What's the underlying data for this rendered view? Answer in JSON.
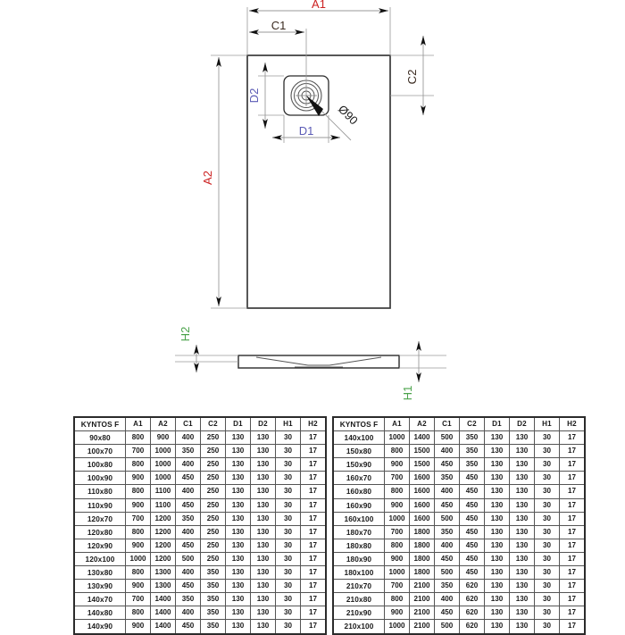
{
  "drawing": {
    "title": "Kyntos F shower tray technical drawing",
    "labels": {
      "a1": "A1",
      "a2": "A2",
      "c1": "C1",
      "c2": "C2",
      "d1": "D1",
      "d2": "D2",
      "h1": "H1",
      "h2": "H2",
      "diameter": "Ø90"
    },
    "colors": {
      "a": "#cc2222",
      "c": "#3a2a20",
      "d": "#5b5bb5",
      "h": "#4ba34b",
      "outline": "#3a3a3a",
      "dimension_line": "#9a9a9a",
      "arrow": "#111111"
    }
  },
  "tables": {
    "columns": [
      "KYNTOS F",
      "A1",
      "A2",
      "C1",
      "C2",
      "D1",
      "D2",
      "H1",
      "H2"
    ],
    "left": {
      "rows": [
        [
          "90x80",
          "800",
          "900",
          "400",
          "250",
          "130",
          "130",
          "30",
          "17"
        ],
        [
          "100x70",
          "700",
          "1000",
          "350",
          "250",
          "130",
          "130",
          "30",
          "17"
        ],
        [
          "100x80",
          "800",
          "1000",
          "400",
          "250",
          "130",
          "130",
          "30",
          "17"
        ],
        [
          "100x90",
          "900",
          "1000",
          "450",
          "250",
          "130",
          "130",
          "30",
          "17"
        ],
        [
          "110x80",
          "800",
          "1100",
          "400",
          "250",
          "130",
          "130",
          "30",
          "17"
        ],
        [
          "110x90",
          "900",
          "1100",
          "450",
          "250",
          "130",
          "130",
          "30",
          "17"
        ],
        [
          "120x70",
          "700",
          "1200",
          "350",
          "250",
          "130",
          "130",
          "30",
          "17"
        ],
        [
          "120x80",
          "800",
          "1200",
          "400",
          "250",
          "130",
          "130",
          "30",
          "17"
        ],
        [
          "120x90",
          "900",
          "1200",
          "450",
          "250",
          "130",
          "130",
          "30",
          "17"
        ],
        [
          "120x100",
          "1000",
          "1200",
          "500",
          "250",
          "130",
          "130",
          "30",
          "17"
        ],
        [
          "130x80",
          "800",
          "1300",
          "400",
          "350",
          "130",
          "130",
          "30",
          "17"
        ],
        [
          "130x90",
          "900",
          "1300",
          "450",
          "350",
          "130",
          "130",
          "30",
          "17"
        ],
        [
          "140x70",
          "700",
          "1400",
          "350",
          "350",
          "130",
          "130",
          "30",
          "17"
        ],
        [
          "140x80",
          "800",
          "1400",
          "400",
          "350",
          "130",
          "130",
          "30",
          "17"
        ],
        [
          "140x90",
          "900",
          "1400",
          "450",
          "350",
          "130",
          "130",
          "30",
          "17"
        ]
      ]
    },
    "right": {
      "rows": [
        [
          "140x100",
          "1000",
          "1400",
          "500",
          "350",
          "130",
          "130",
          "30",
          "17"
        ],
        [
          "150x80",
          "800",
          "1500",
          "400",
          "350",
          "130",
          "130",
          "30",
          "17"
        ],
        [
          "150x90",
          "900",
          "1500",
          "450",
          "350",
          "130",
          "130",
          "30",
          "17"
        ],
        [
          "160x70",
          "700",
          "1600",
          "350",
          "450",
          "130",
          "130",
          "30",
          "17"
        ],
        [
          "160x80",
          "800",
          "1600",
          "400",
          "450",
          "130",
          "130",
          "30",
          "17"
        ],
        [
          "160x90",
          "900",
          "1600",
          "450",
          "450",
          "130",
          "130",
          "30",
          "17"
        ],
        [
          "160x100",
          "1000",
          "1600",
          "500",
          "450",
          "130",
          "130",
          "30",
          "17"
        ],
        [
          "180x70",
          "700",
          "1800",
          "350",
          "450",
          "130",
          "130",
          "30",
          "17"
        ],
        [
          "180x80",
          "800",
          "1800",
          "400",
          "450",
          "130",
          "130",
          "30",
          "17"
        ],
        [
          "180x90",
          "900",
          "1800",
          "450",
          "450",
          "130",
          "130",
          "30",
          "17"
        ],
        [
          "180x100",
          "1000",
          "1800",
          "500",
          "450",
          "130",
          "130",
          "30",
          "17"
        ],
        [
          "210x70",
          "700",
          "2100",
          "350",
          "620",
          "130",
          "130",
          "30",
          "17"
        ],
        [
          "210x80",
          "800",
          "2100",
          "400",
          "620",
          "130",
          "130",
          "30",
          "17"
        ],
        [
          "210x90",
          "900",
          "2100",
          "450",
          "620",
          "130",
          "130",
          "30",
          "17"
        ],
        [
          "210x100",
          "1000",
          "2100",
          "500",
          "620",
          "130",
          "130",
          "30",
          "17"
        ]
      ]
    }
  }
}
